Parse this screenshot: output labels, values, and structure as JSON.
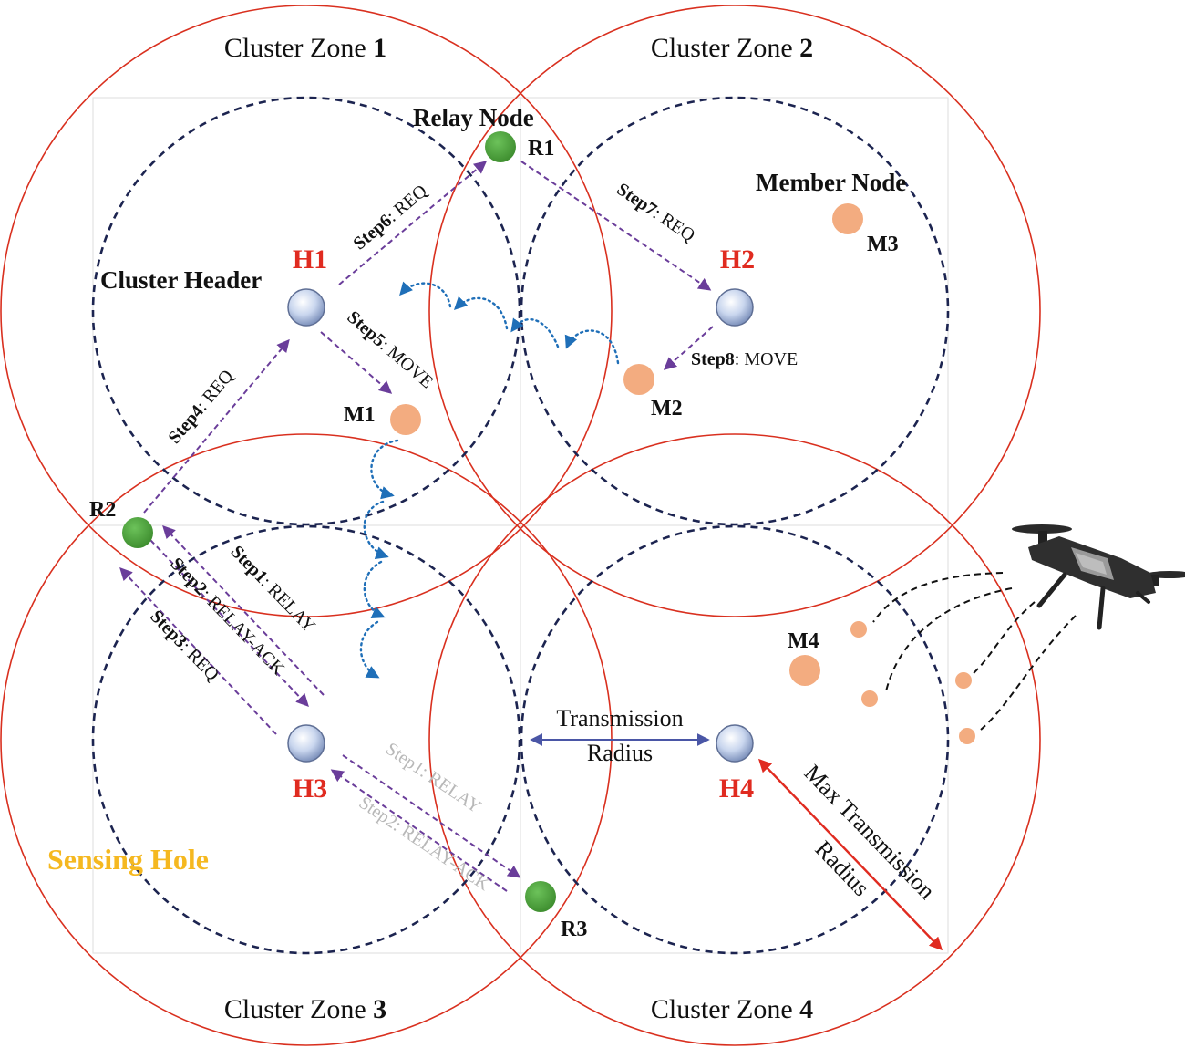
{
  "zones": [
    {
      "prefix": "Cluster Zone ",
      "num": "1"
    },
    {
      "prefix": "Cluster Zone ",
      "num": "2"
    },
    {
      "prefix": "Cluster Zone ",
      "num": "3"
    },
    {
      "prefix": "Cluster Zone ",
      "num": "4"
    }
  ],
  "legend": {
    "relay_node": "Relay Node",
    "member_node": "Member Node",
    "cluster_header": "Cluster Header",
    "sensing_hole": "Sensing Hole",
    "transmission_radius": [
      "Transmission",
      "Radius"
    ],
    "max_transmission_radius": [
      "Max Transmission",
      "Radius"
    ]
  },
  "heads": [
    "H1",
    "H2",
    "H3",
    "H4"
  ],
  "relays": [
    "R1",
    "R2",
    "R3"
  ],
  "members": [
    "M1",
    "M2",
    "M3",
    "M4"
  ],
  "steps": {
    "s1": {
      "step": "Step1",
      "msg": ": RELAY"
    },
    "s2": {
      "step": "Step2",
      "msg": ": RELAY-ACK"
    },
    "s3": {
      "step": "Step3",
      "msg": ": REQ"
    },
    "s4": {
      "step": "Step4",
      "msg": ": REQ"
    },
    "s5": {
      "step": "Step5",
      "msg": ": MOVE"
    },
    "s6": {
      "step": "Step6",
      "msg": ": REQ"
    },
    "s7": {
      "step": "Step7",
      "msg": ": REQ"
    },
    "s8": {
      "step": "Step8",
      "msg": ": MOVE"
    },
    "g1": "Step1: RELAY",
    "g2": "Step2: RELAY-ACK"
  },
  "colors": {
    "zone_circle": "#d9301f",
    "cluster_circle": "#1c2450",
    "relay": "#4aa23a",
    "member": "#f3ac80",
    "arrow_purple": "#6a3d9a",
    "arrow_blue": "#1f6fb8",
    "arrow_red": "#e02b20",
    "head_label": "#e02b20",
    "hole_label": "#f5b820"
  }
}
